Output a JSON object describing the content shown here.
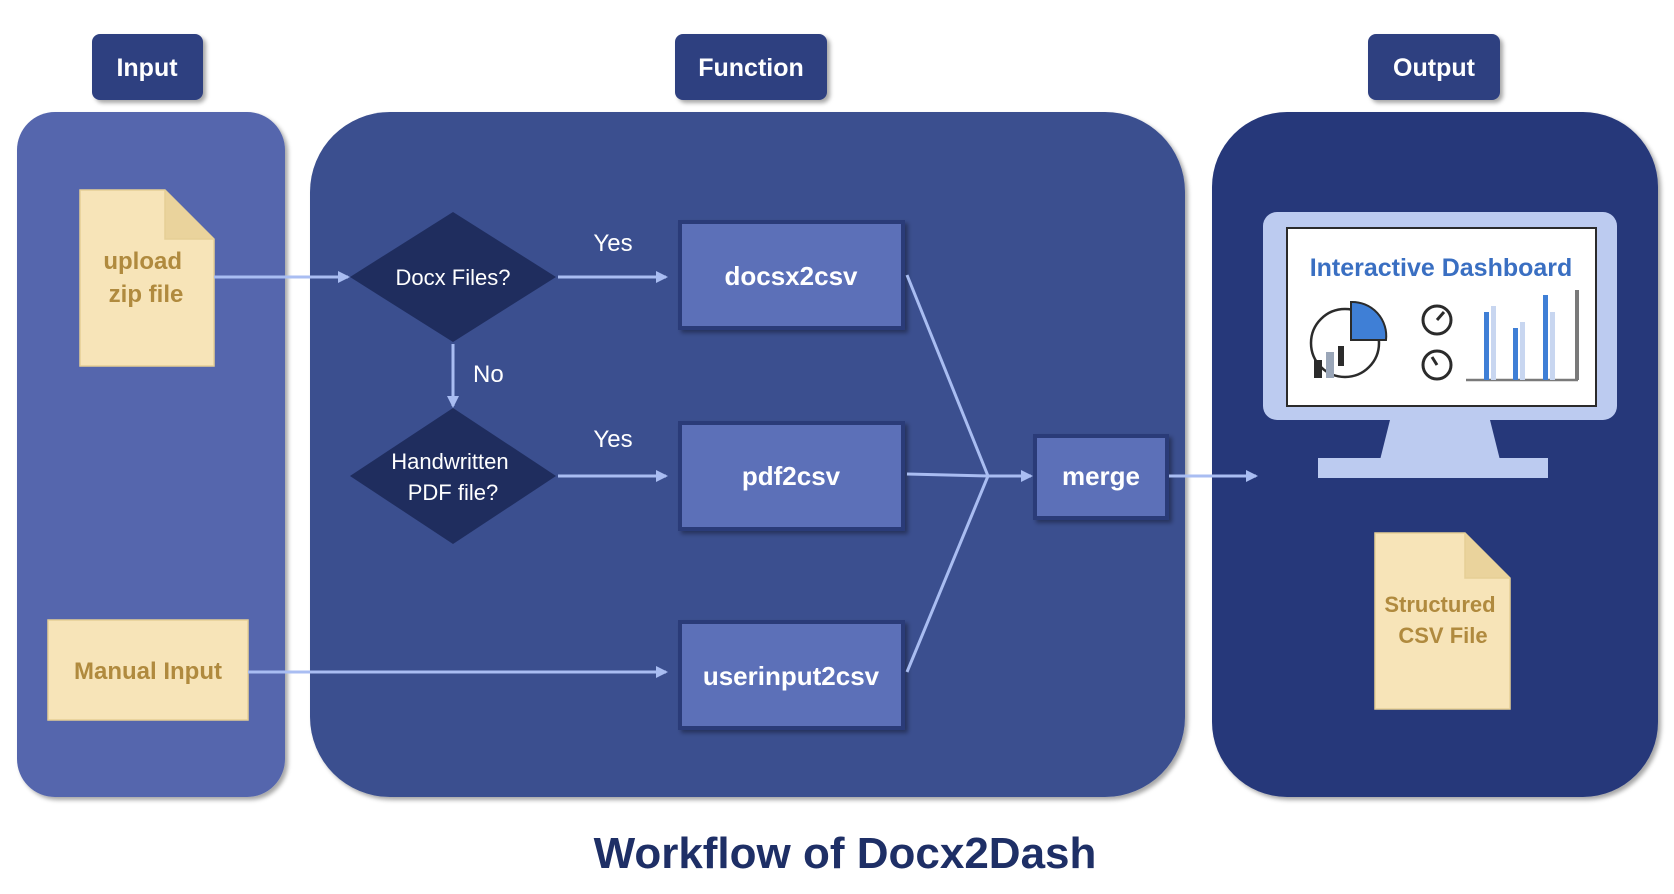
{
  "title": "Workflow of Docx2Dash",
  "colors": {
    "input_panel": "#5566ad",
    "function_panel": "#3b4f8f",
    "output_panel": "#26387a",
    "header_fill": "#2f3f80",
    "diamond_fill": "#1f2d5e",
    "box_fill": "#5c70b8",
    "arrow": "#a9bdf2",
    "note_fill": "#f7e4b8",
    "note_text": "#b08a3e",
    "title": "#1e2f66",
    "monitor": "#bccbf0"
  },
  "panels": {
    "input": {
      "header": "Input"
    },
    "function": {
      "header": "Function"
    },
    "output": {
      "header": "Output"
    }
  },
  "inputs": {
    "zip_note": [
      "upload",
      "zip file"
    ],
    "manual_note": "Manual Input"
  },
  "decisions": {
    "docx": [
      "Docx Files?"
    ],
    "handwritten": [
      "Handwritten",
      "PDF file?"
    ]
  },
  "edge_labels": {
    "docx_yes": "Yes",
    "docx_no": "No",
    "pdf_yes": "Yes"
  },
  "processes": {
    "docx2csv": "docsx2csv",
    "pdf2csv": "pdf2csv",
    "userinput2csv": "userinput2csv",
    "merge": "merge"
  },
  "outputs": {
    "dashboard_title": "Interactive Dashboard",
    "csv_note": [
      "Structured",
      "CSV File"
    ],
    "icons": [
      "pie-chart-icon",
      "gauge-icon",
      "bar-chart-icon"
    ]
  }
}
